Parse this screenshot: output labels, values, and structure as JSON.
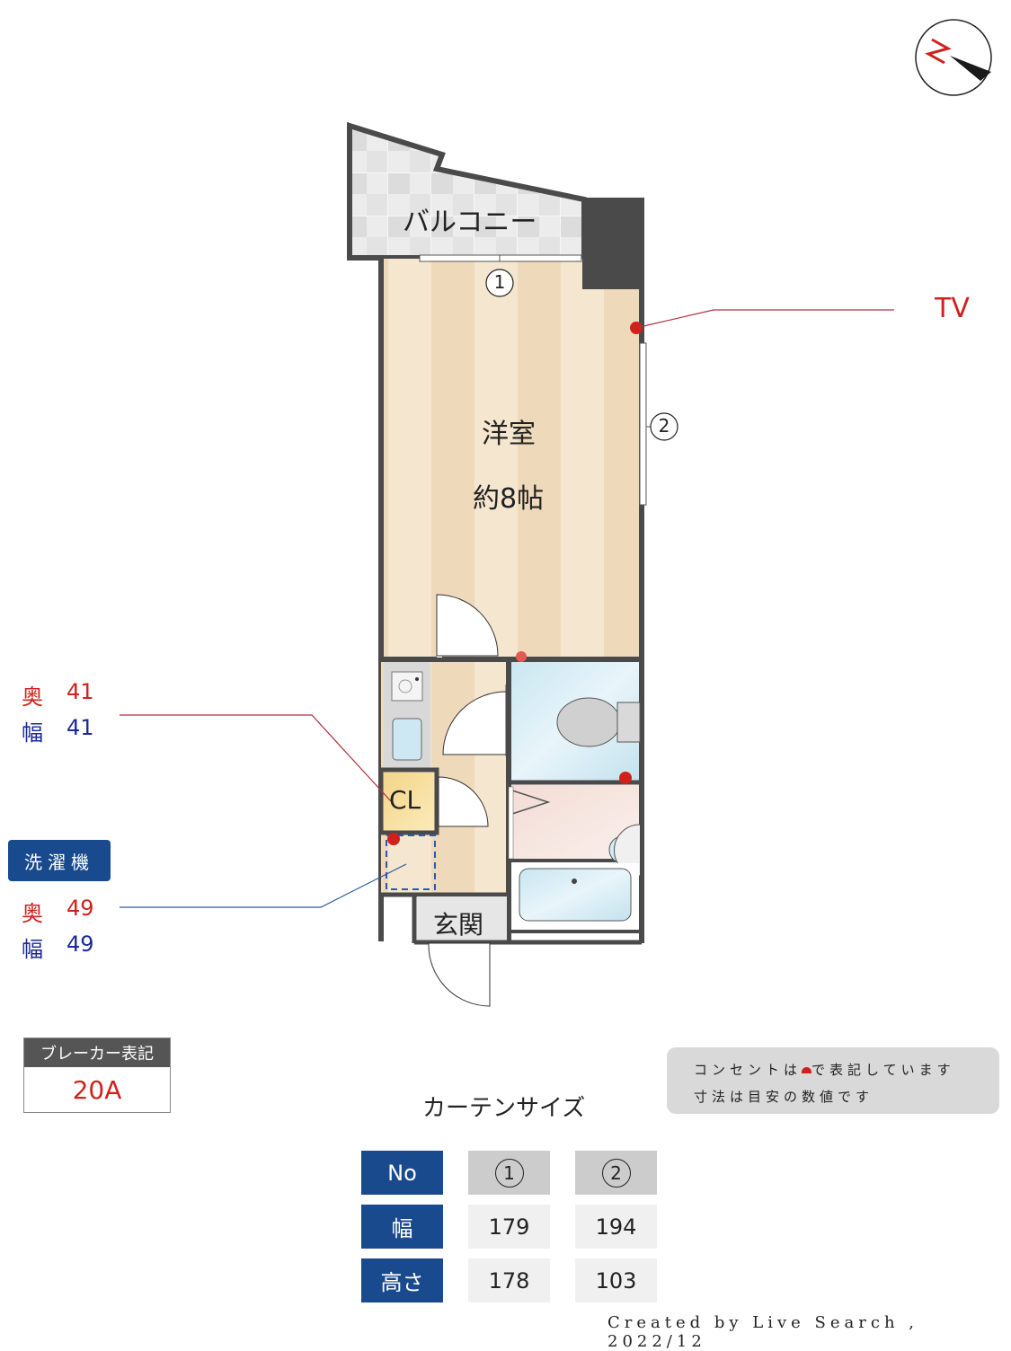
{
  "compass": {
    "label": "N",
    "icon": "north-arrow-icon"
  },
  "rooms": {
    "balcony": "バルコニー",
    "western_room": "洋室",
    "western_room_size": "約8帖",
    "closet": "CL",
    "entrance": "玄関"
  },
  "windows": {
    "w1": "1",
    "w2": "2"
  },
  "tv": {
    "label": "TV"
  },
  "fridge_space": {
    "depth_label": "奥",
    "depth": "41",
    "width_label": "幅",
    "width": "41"
  },
  "washer_space": {
    "title": "洗濯機",
    "depth_label": "奥",
    "depth": "49",
    "width_label": "幅",
    "width": "49"
  },
  "breaker": {
    "title": "ブレーカー表記",
    "value": "20A"
  },
  "notes": {
    "line1_pre": "コンセントは",
    "line1_post": "で表記しています",
    "line2": "寸法は目安の数値です"
  },
  "curtain": {
    "title": "カーテンサイズ",
    "headers": [
      "No",
      "幅",
      "高さ"
    ],
    "columns": [
      {
        "no": "1",
        "width": "179",
        "height": "178"
      },
      {
        "no": "2",
        "width": "194",
        "height": "103"
      }
    ]
  },
  "credit": "Created by Live Search , 2022/12",
  "colors": {
    "accent_blue": "#1a4a8e",
    "outlet_red": "#d0211c",
    "wall": "#4a4a4a",
    "floor_wood": "#f3dfc4",
    "wet_area": "#cde8f2"
  }
}
